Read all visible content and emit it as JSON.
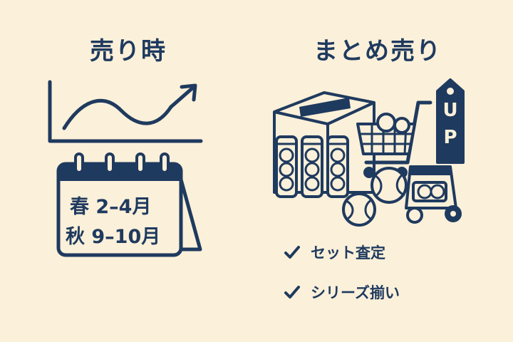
{
  "left": {
    "heading": "売り時",
    "calendar": {
      "line1": "春 2–4月",
      "line2": "秋 9–10月"
    }
  },
  "right": {
    "heading": "まとめ売り",
    "tag": {
      "letter1": "U",
      "letter2": "P"
    },
    "checks": [
      "セット査定",
      "シリーズ揃い"
    ]
  },
  "colors": {
    "background": "#FBF0D9",
    "ink": "#1F3A5F"
  },
  "icons": [
    "trend-chart-icon",
    "calendar-icon",
    "cardboard-box-icon",
    "ball-tube-icon",
    "shopping-cart-icon",
    "tennis-ball-icon",
    "ball-machine-icon",
    "price-tag-icon",
    "check-icon"
  ]
}
